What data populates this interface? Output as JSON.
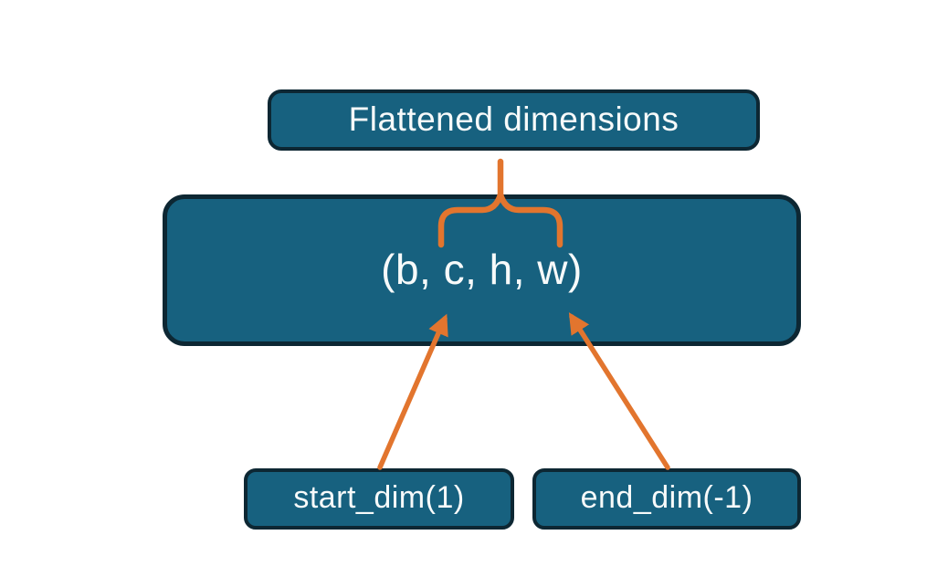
{
  "colors": {
    "background": "#ffffff",
    "node_fill": "#17617f",
    "node_border": "#0d2733",
    "text_color": "#f7fafa",
    "accent": "#e2752e"
  },
  "nodes": {
    "flattened": {
      "label": "Flattened dimensions"
    },
    "tensor": {
      "label": "(b, c, h, w)"
    },
    "start_dim": {
      "label": "start_dim(1)"
    },
    "end_dim": {
      "label": "end_dim(-1)"
    }
  }
}
